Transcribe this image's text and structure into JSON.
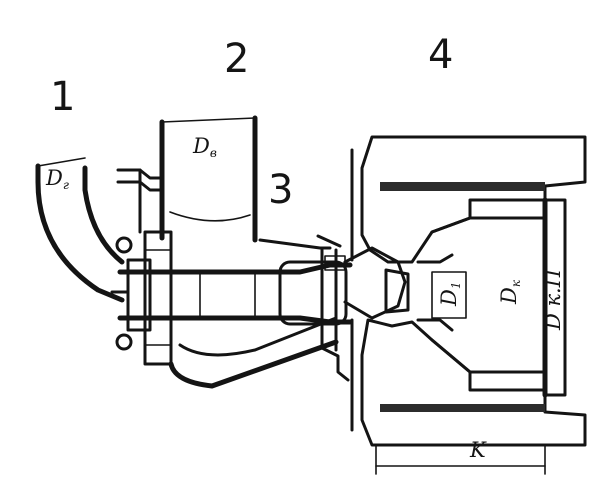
{
  "figure": {
    "callouts": [
      "1",
      "2",
      "3",
      "4"
    ],
    "dimensions": {
      "d_g": {
        "main": "D",
        "sub": "г"
      },
      "d_v": {
        "main": "D",
        "sub": "в"
      },
      "d_1": {
        "main": "D",
        "sub": "1"
      },
      "d_k": {
        "main": "D",
        "sub": "к"
      },
      "d_kp": "D к.П",
      "k": "K"
    }
  },
  "colors": {
    "ink": "#141414",
    "lining": "#9a9a9a",
    "background": "#ffffff"
  }
}
